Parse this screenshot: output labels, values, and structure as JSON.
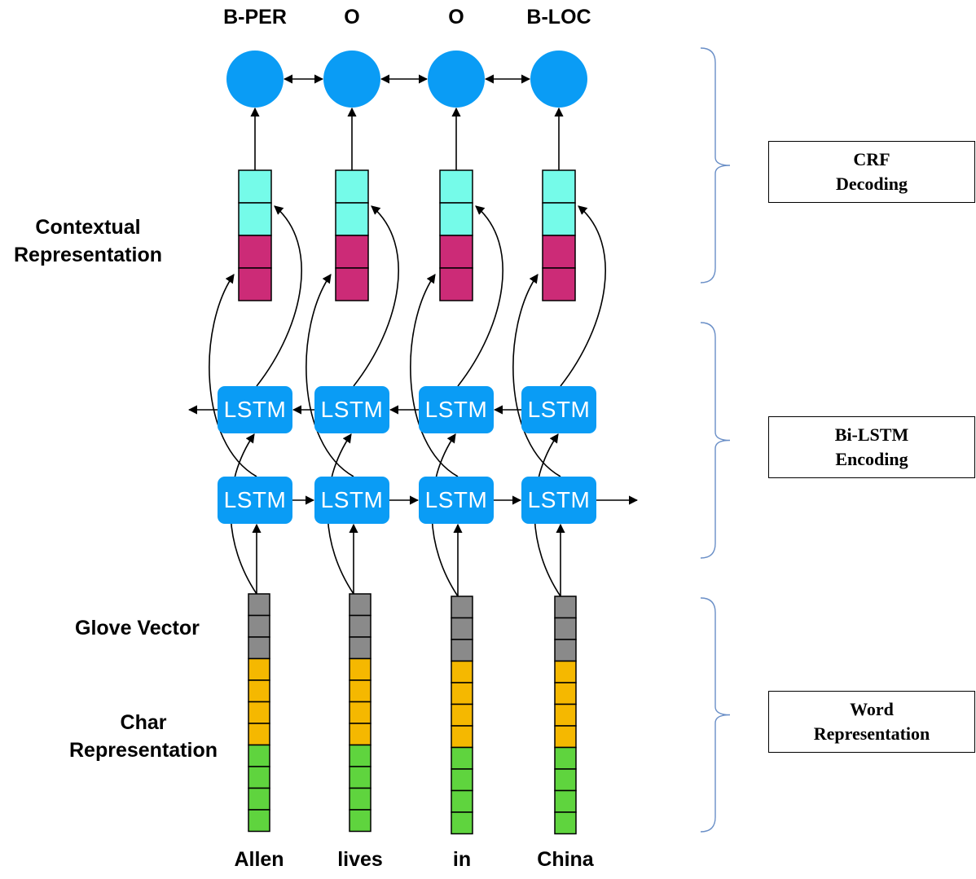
{
  "tags": [
    "B-PER",
    "O",
    "O",
    "B-LOC"
  ],
  "words": [
    "Allen",
    "lives",
    "in",
    "China"
  ],
  "lstm_label": "LSTM",
  "side_labels": {
    "contextual": [
      "Contextual",
      "Representation"
    ],
    "glove": "Glove Vector",
    "char": [
      "Char",
      "Representation"
    ]
  },
  "stages": [
    {
      "line1": "CRF",
      "line2": "Decoding"
    },
    {
      "line1": "Bi-LSTM",
      "line2": "Encoding"
    },
    {
      "line1": "Word",
      "line2": "Representation"
    }
  ],
  "colors": {
    "node": "#0a9cf5",
    "lstm": "#0a9cf5",
    "context_forward": "#75fbe9",
    "context_backward": "#cc2b77",
    "glove": "#8a8a8a",
    "char_a": "#f5b800",
    "char_b": "#5fd43e",
    "bracket": "#6a8fc7"
  }
}
